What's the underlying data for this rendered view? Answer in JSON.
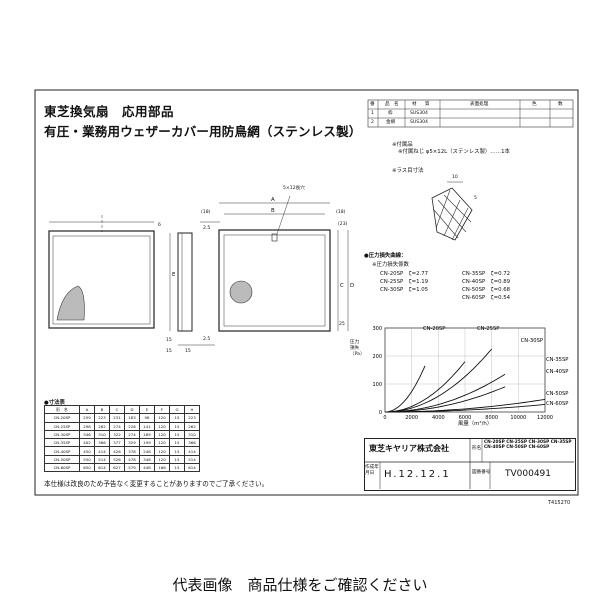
{
  "titles": {
    "main": "東芝換気扇　応用部品",
    "sub": "有圧・業務用ウェザーカバー用防鳥網（ステンレス製）"
  },
  "parts": {
    "headers": [
      "番",
      "品",
      "名",
      "材",
      "質",
      "表面処理",
      "色",
      "数"
    ],
    "rows": [
      [
        "1",
        "枠",
        "SUS304"
      ],
      [
        "2",
        "金網",
        "SUS304"
      ]
    ]
  },
  "accessory": {
    "label": "※付属品",
    "text": "※付属ねじ φ5×12L（ステンレス製）……1本"
  },
  "mesh_label": "※ラス目寸法",
  "mesh_dims": [
    "10",
    "5"
  ],
  "drawing": {
    "hole_label": "5×12長穴",
    "dims": [
      "A",
      "B",
      "C",
      "D",
      "E",
      "(18)",
      "(18)",
      "(23)",
      "2.5",
      "2.5",
      "6",
      "15",
      "15",
      "25",
      "15"
    ]
  },
  "pressure": {
    "heading": "●圧力損失曲線：",
    "coef_heading": "※圧力損失係数",
    "coef": [
      [
        "CN-20SP",
        "ζ=2.77"
      ],
      [
        "CN-25SP",
        "ζ=1.19"
      ],
      [
        "CN-30SP",
        "ζ=1.05"
      ],
      [
        "CN-35SP",
        "ζ=0.72"
      ],
      [
        "CN-40SP",
        "ζ=0.89"
      ],
      [
        "CN-50SP",
        "ζ=0.68"
      ],
      [
        "CN-60SP",
        "ζ=0.54"
      ]
    ]
  },
  "chart_data": {
    "type": "line",
    "ylabel": "圧力損失（Pa）",
    "xlabel": "風量（m³/h）",
    "xlim": [
      0,
      12000
    ],
    "ylim": [
      0,
      300
    ],
    "xticks": [
      "0",
      "2000",
      "4000",
      "6000",
      "8000",
      "10000",
      "12000"
    ],
    "yticks": [
      "0",
      "100",
      "200",
      "300"
    ],
    "series": [
      {
        "name": "CN-20SP",
        "x": [
          0,
          1000,
          2000,
          3000
        ],
        "y": [
          0,
          18,
          72,
          165
        ]
      },
      {
        "name": "CN-25SP",
        "x": [
          0,
          2000,
          4000,
          6000
        ],
        "y": [
          0,
          20,
          80,
          180
        ]
      },
      {
        "name": "CN-30SP",
        "x": [
          0,
          2000,
          4000,
          6000,
          8000
        ],
        "y": [
          0,
          14,
          56,
          126,
          225
        ]
      },
      {
        "name": "CN-35SP",
        "x": [
          0,
          3000,
          6000,
          9000
        ],
        "y": [
          0,
          15,
          60,
          135
        ]
      },
      {
        "name": "CN-40SP",
        "x": [
          0,
          3000,
          6000,
          9000
        ],
        "y": [
          0,
          10,
          40,
          90
        ]
      },
      {
        "name": "CN-50SP",
        "x": [
          0,
          4000,
          8000,
          12000
        ],
        "y": [
          0,
          5,
          20,
          45
        ]
      },
      {
        "name": "CN-60SP",
        "x": [
          0,
          4000,
          8000,
          12000
        ],
        "y": [
          0,
          3,
          12,
          27
        ]
      }
    ]
  },
  "dimtable": {
    "caption": "●寸法表",
    "headers": [
      "形　名",
      "A",
      "B",
      "C",
      "D",
      "E",
      "F",
      "G",
      "H"
    ],
    "rows": [
      [
        "CN-20SP",
        "259",
        "223",
        "231",
        "183",
        "98",
        "120",
        "15",
        "223"
      ],
      [
        "CN-25SP",
        "298",
        "262",
        "274",
        "226",
        "141",
        "120",
        "15",
        "262"
      ],
      [
        "CN-30SP",
        "346",
        "310",
        "322",
        "274",
        "189",
        "120",
        "15",
        "310"
      ],
      [
        "CN-35SP",
        "402",
        "366",
        "377",
        "329",
        "199",
        "120",
        "15",
        "366"
      ],
      [
        "CN-40SP",
        "450",
        "414",
        "426",
        "378",
        "248",
        "120",
        "15",
        "414"
      ],
      [
        "CN-50SP",
        "550",
        "514",
        "526",
        "478",
        "348",
        "120",
        "15",
        "514"
      ],
      [
        "CN-60SP",
        "650",
        "614",
        "627",
        "579",
        "448",
        "166",
        "15",
        "614"
      ]
    ]
  },
  "note": "本仕様は改良のため予告なく変更することがありますのでご了承ください。",
  "titleblock": {
    "company": "東芝キヤリア株式会社",
    "models_l1": "CN-20SP CN-25SP CN-30SP CN-35SP",
    "models_l2": "CN-40SP CN-50SP CN-60SP",
    "date": "H.12.12.1",
    "doc_no": "TV000491",
    "label_name": "形名",
    "label_made": "作成年月日",
    "label_docno": "図番番号"
  },
  "corner_code": "T415270",
  "caption": "代表画像　商品仕様をご確認ください"
}
